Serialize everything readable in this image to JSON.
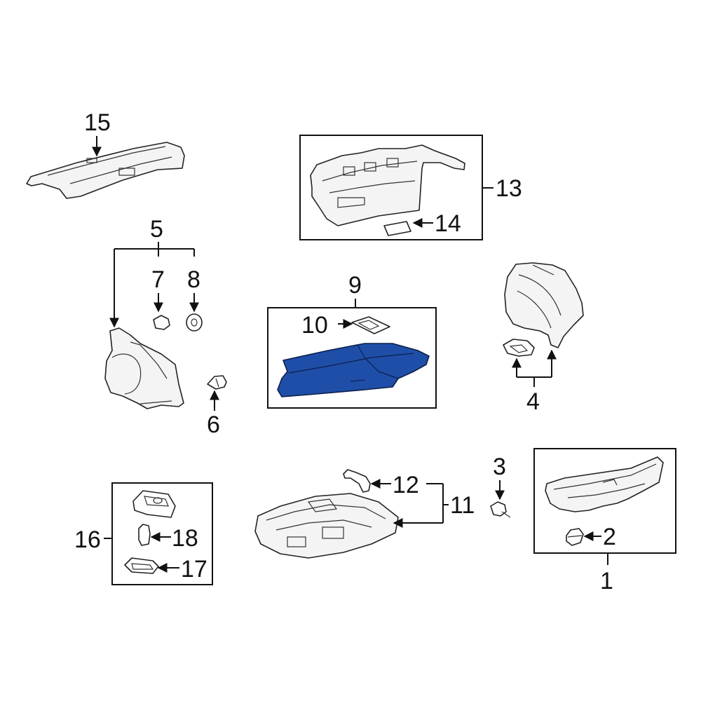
{
  "diagram": {
    "callouts": {
      "c1": "1",
      "c2": "2",
      "c3": "3",
      "c4": "4",
      "c5": "5",
      "c6": "6",
      "c7": "7",
      "c8": "8",
      "c9": "9",
      "c10": "10",
      "c11": "11",
      "c12": "12",
      "c13": "13",
      "c14": "14",
      "c15": "15",
      "c16": "16",
      "c17": "17",
      "c18": "18"
    },
    "colors": {
      "highlight": "#1f4ea8",
      "line": "#111111",
      "part_fill": "#f4f4f4"
    },
    "highlighted_part": "9"
  }
}
